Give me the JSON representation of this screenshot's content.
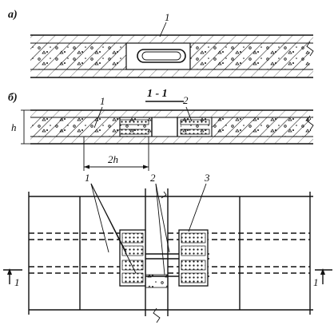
{
  "panel_labels": {
    "a": "а)",
    "b": "б)"
  },
  "section_label": "1 - 1",
  "dimensions": {
    "height": "h",
    "length": "2h"
  },
  "callouts": {
    "a1": "1",
    "b1": "1",
    "b2": "2",
    "c1": "1",
    "c2": "2",
    "c3": "3"
  },
  "section_marks": {
    "left": "1",
    "right": "1"
  },
  "colors": {
    "ink": "#111111",
    "paper": "#ffffff"
  }
}
